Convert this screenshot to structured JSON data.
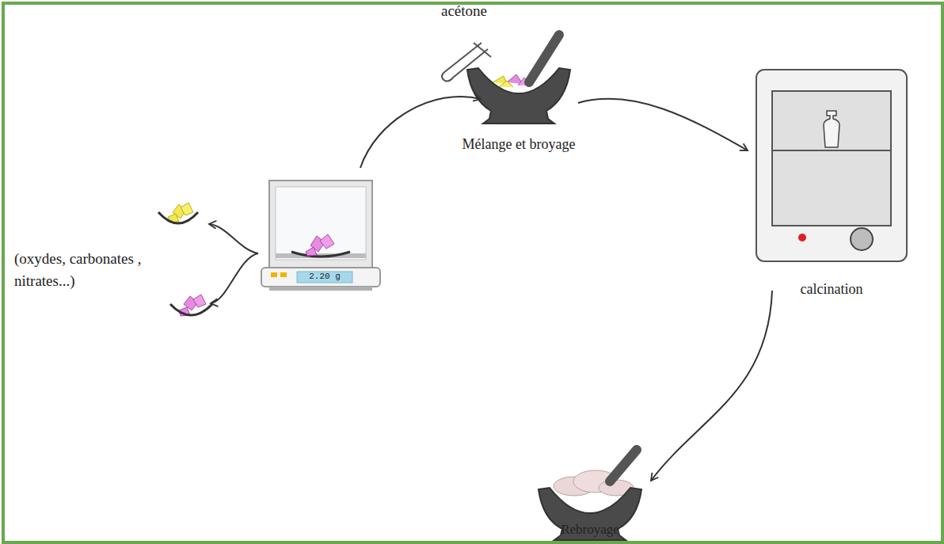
{
  "diagram": {
    "nodes": [
      {
        "text": [
          "(oxydes, carbonates , nitrates...)"
        ]
      },
      {
        "text": [
          "2.20 g"
        ]
      },
      {
        "text": [
          "Mélange et broyage"
        ]
      },
      {
        "text": [
          "calcination"
        ]
      },
      {
        "text": [
          "Rebroyage"
        ]
      }
    ],
    "edges": [
      {
        "from": 1,
        "to": 0,
        "arrow": "to"
      },
      {
        "from": 1,
        "to": 2,
        "arrow": "to"
      },
      {
        "from": 2,
        "to": 3,
        "arrow": "to"
      },
      {
        "from": 3,
        "to": 4,
        "arrow": "to"
      }
    ],
    "labels": [
      "acétone"
    ]
  }
}
